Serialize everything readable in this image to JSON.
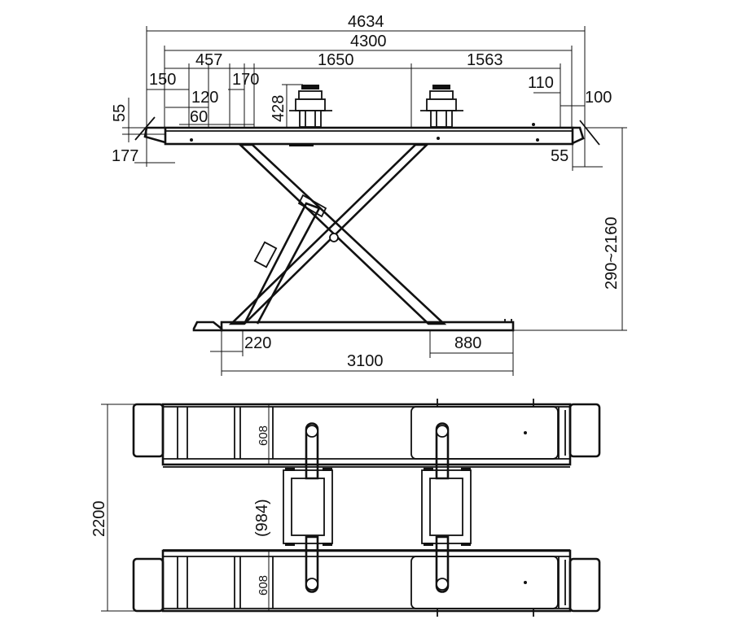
{
  "side_view": {
    "overall_length": "4634",
    "platform_length": "4300",
    "dim_457": "457",
    "dim_1650": "1650",
    "dim_1563": "1563",
    "dim_150": "150",
    "dim_120": "120",
    "dim_170": "170",
    "dim_60": "60",
    "dim_428": "428",
    "dim_110": "110",
    "dim_100": "100",
    "dim_55_left": "55",
    "dim_177": "177",
    "dim_55_right": "55",
    "height_range": "290~2160",
    "dim_220": "220",
    "base_length": "3100",
    "dim_880": "880"
  },
  "top_view": {
    "overall_width": "2200",
    "platform_width_top": "608",
    "platform_width_bottom": "608",
    "center_gap": "(984)"
  }
}
